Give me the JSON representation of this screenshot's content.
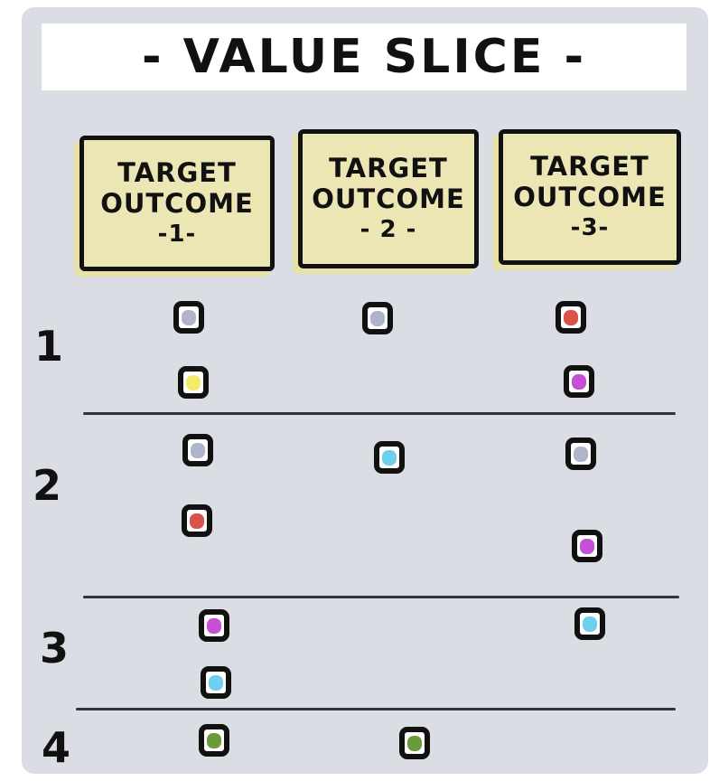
{
  "title": "- VALUE SLICE -",
  "outcomes": [
    {
      "label_line1": "TARGET",
      "label_line2": "OUTCOME",
      "number": "-1-"
    },
    {
      "label_line1": "TARGET",
      "label_line2": "OUTCOME",
      "number": "- 2 -"
    },
    {
      "label_line1": "TARGET",
      "label_line2": "OUTCOME",
      "number": "-3-"
    }
  ],
  "rows": [
    "1",
    "2",
    "3",
    "4"
  ],
  "colors": {
    "grey": "#aeb4c9",
    "yellow": "#f6ea6a",
    "red": "#d9534a",
    "magenta": "#c74fd6",
    "cyan": "#6fd0ee",
    "green": "#6b9a3a",
    "card": "#ece5b4",
    "board": "#dadde3"
  },
  "stickies": [
    {
      "row": "1",
      "outcome": "1",
      "color": "grey"
    },
    {
      "row": "1",
      "outcome": "1",
      "color": "yellow"
    },
    {
      "row": "1",
      "outcome": "2",
      "color": "grey"
    },
    {
      "row": "1",
      "outcome": "3",
      "color": "red"
    },
    {
      "row": "1",
      "outcome": "3",
      "color": "magenta"
    },
    {
      "row": "2",
      "outcome": "1",
      "color": "grey"
    },
    {
      "row": "2",
      "outcome": "1",
      "color": "red"
    },
    {
      "row": "2",
      "outcome": "2",
      "color": "cyan"
    },
    {
      "row": "2",
      "outcome": "3",
      "color": "grey"
    },
    {
      "row": "2",
      "outcome": "3",
      "color": "magenta"
    },
    {
      "row": "3",
      "outcome": "1",
      "color": "magenta"
    },
    {
      "row": "3",
      "outcome": "1",
      "color": "cyan"
    },
    {
      "row": "3",
      "outcome": "3",
      "color": "cyan"
    },
    {
      "row": "4",
      "outcome": "1",
      "color": "green"
    },
    {
      "row": "4",
      "outcome": "2",
      "color": "green"
    }
  ]
}
